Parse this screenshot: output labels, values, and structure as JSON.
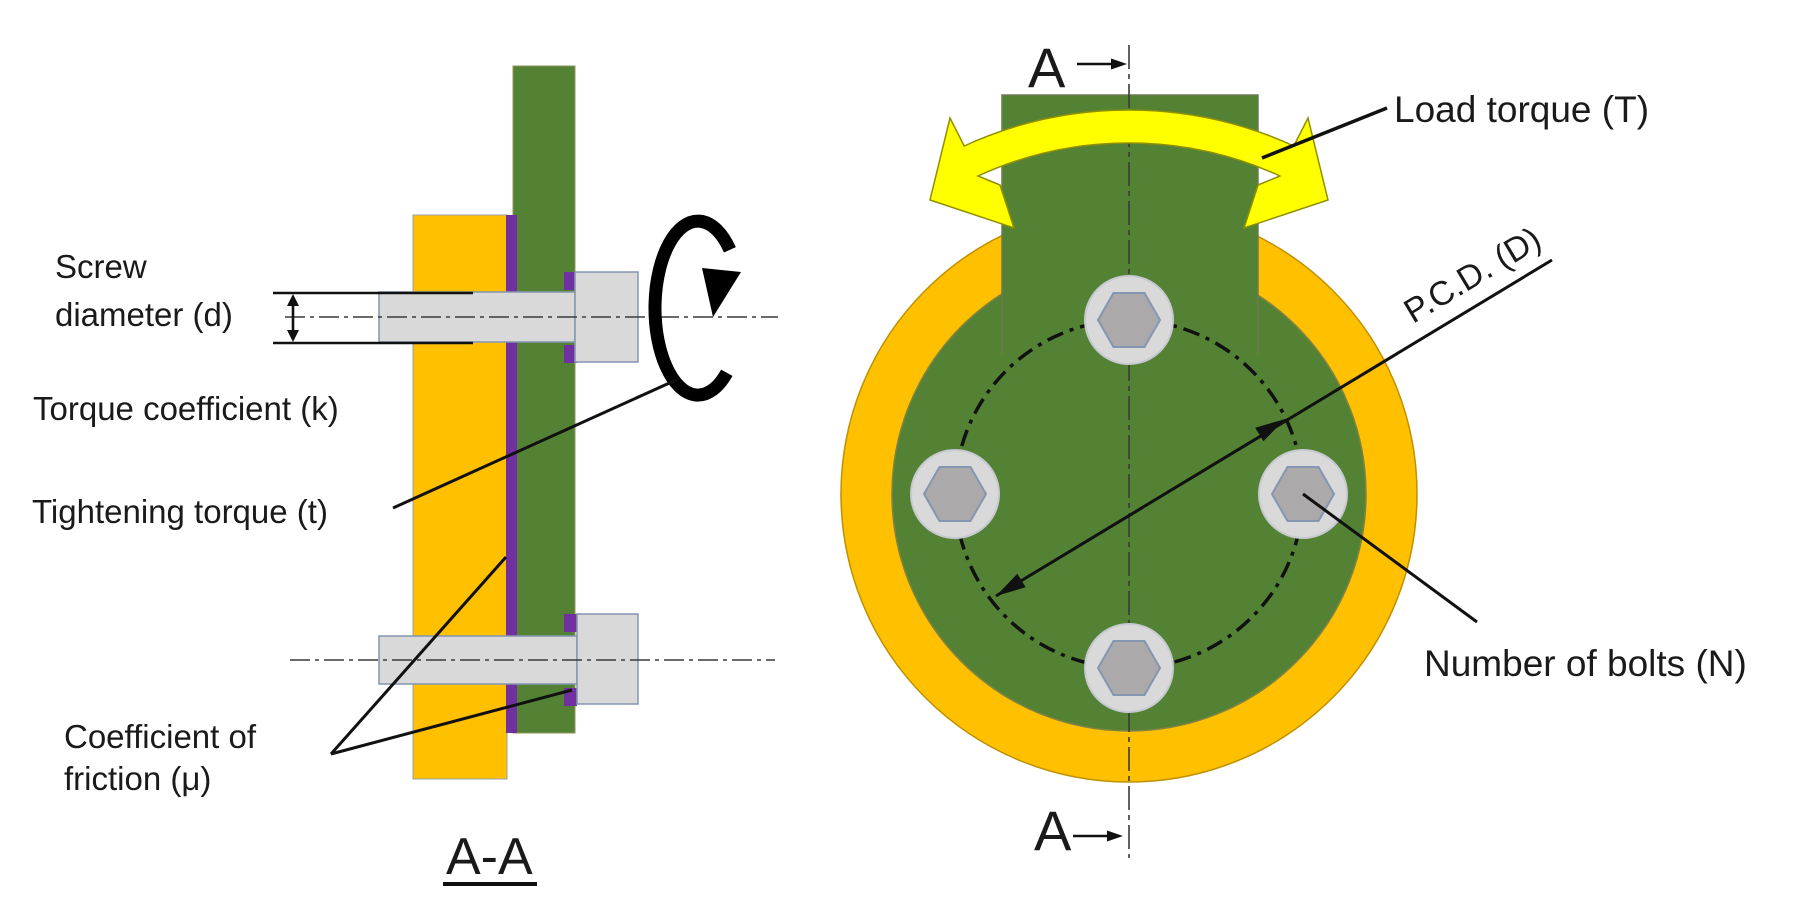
{
  "diagram": {
    "title_hint": "Bolted flange coupling diagram",
    "section_view": {
      "labels": {
        "screw_diameter_line1": "Screw",
        "screw_diameter_line2": "diameter (d)",
        "torque_coefficient": "Torque coefficient (k)",
        "tightening_torque": "Tightening torque (t)",
        "friction_line1": "Coefficient of",
        "friction_line2": "friction (μ)",
        "section_title": "A-A"
      }
    },
    "front_view": {
      "labels": {
        "section_marker_top": "A",
        "section_marker_bottom": "A",
        "load_torque": "Load torque (T)",
        "pcd": "P.C.D. (D)",
        "number_of_bolts": "Number of bolts (N)"
      },
      "bolt_count": 4
    },
    "colors": {
      "plate_yellow": "#FFC000",
      "plate_green": "#548235",
      "gasket_purple": "#7030A0",
      "bolt_gray": "#D9D9D9",
      "hex_gray": "#ABA9A9",
      "hex_outline": "#8496B0",
      "torque_arrow_yellow": "#FFFF00",
      "torque_arrow_outline": "#8F8F00",
      "flange_ring_outline": "#BF9000",
      "line_black": "#111111"
    }
  }
}
